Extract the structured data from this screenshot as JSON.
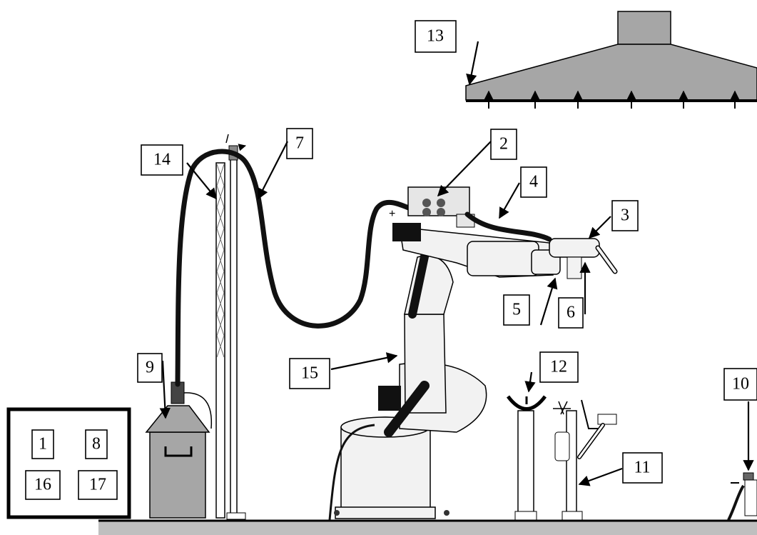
{
  "labels": {
    "l1": "1",
    "l2": "2",
    "l3": "3",
    "l4": "4",
    "l5": "5",
    "l6": "6",
    "l7": "7",
    "l8": "8",
    "l9": "9",
    "l10": "10",
    "l11": "11",
    "l12": "12",
    "l13": "13",
    "l14": "14",
    "l15": "15",
    "l16": "16",
    "l17": "17"
  },
  "colors": {
    "hood": "#a6a6a6",
    "floor": "#bfbfbf",
    "cabinet": "#a6a6a6",
    "robot_fill": "#f2f2f2",
    "cable": "#111111"
  }
}
